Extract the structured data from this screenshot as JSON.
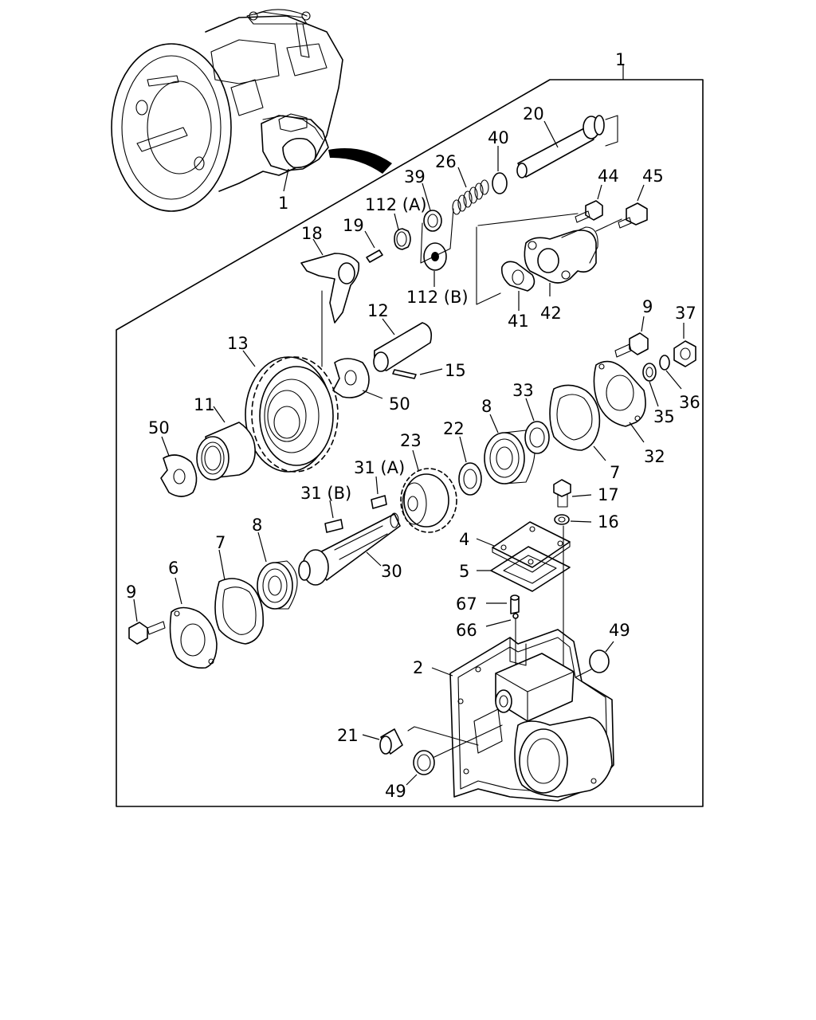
{
  "labels": {
    "l1_top": "1",
    "l1_engine": "1",
    "l20": "20",
    "l40": "40",
    "l26": "26",
    "l39": "39",
    "l112a": "112 (A)",
    "l44": "44",
    "l45": "45",
    "l18": "18",
    "l19": "19",
    "l112b": "112 (B)",
    "l41": "41",
    "l42": "42",
    "l12": "12",
    "l9_right": "9",
    "l37": "37",
    "l13": "13",
    "l15": "15",
    "l50_right": "50",
    "l33": "33",
    "l11": "11",
    "l8_right": "8",
    "l50_left": "50",
    "l22": "22",
    "l23": "23",
    "l35": "35",
    "l36": "36",
    "l32": "32",
    "l31a": "31 (A)",
    "l7_right": "7",
    "l31b": "31 (B)",
    "l17": "17",
    "l16": "16",
    "l8_left": "8",
    "l7_left": "7",
    "l4": "4",
    "l6": "6",
    "l30": "30",
    "l5": "5",
    "l9_left": "9",
    "l67": "67",
    "l66": "66",
    "l49_right": "49",
    "l2": "2",
    "l21": "21",
    "l49_bottom": "49"
  }
}
